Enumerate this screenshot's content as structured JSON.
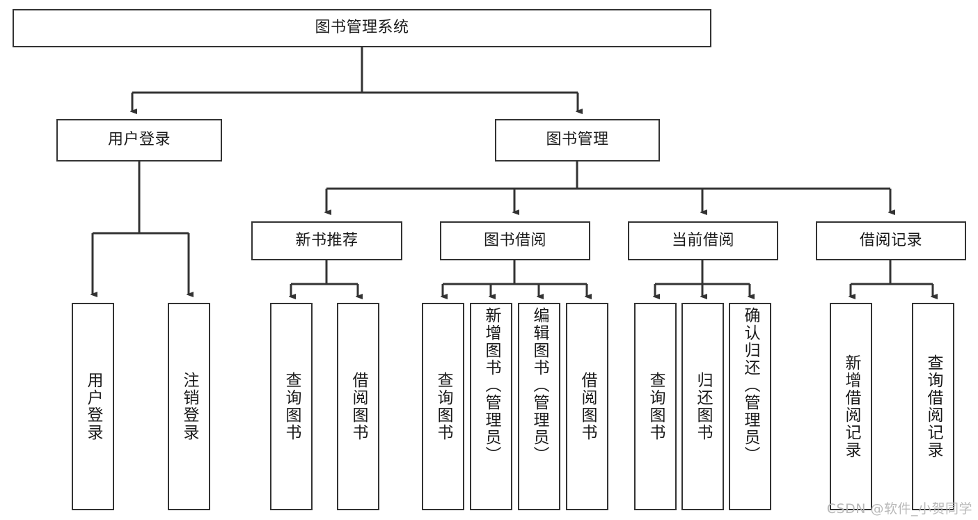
{
  "diagram": {
    "type": "tree-hierarchy",
    "title": "图书管理系统",
    "watermark": "CSDN @软件_小贺同学",
    "colors": {
      "box_border": "#333333",
      "box_fill": "#ffffff",
      "connector": "#333333",
      "text": "#1a1a1a",
      "watermark": "#b9b9b9"
    },
    "root": {
      "label": "图书管理系统"
    },
    "level2": [
      {
        "label": "用户登录"
      },
      {
        "label": "图书管理"
      }
    ],
    "level3": [
      {
        "label": "新书推荐"
      },
      {
        "label": "图书借阅"
      },
      {
        "label": "当前借阅"
      },
      {
        "label": "借阅记录"
      }
    ],
    "leaves": {
      "user_login": [
        {
          "label": "用户登录"
        },
        {
          "label": "注销登录"
        }
      ],
      "new_book_recommend": [
        {
          "label": "查询图书"
        },
        {
          "label": "借阅图书"
        }
      ],
      "book_borrow": [
        {
          "label": "查询图书"
        },
        {
          "label": "新增图书（管理员）"
        },
        {
          "label": "编辑图书（管理员）"
        },
        {
          "label": "借阅图书"
        }
      ],
      "current_borrow": [
        {
          "label": "查询图书"
        },
        {
          "label": "归还图书"
        },
        {
          "label": "确认归还（管理员）"
        }
      ],
      "borrow_record": [
        {
          "label": "新增借阅记录"
        },
        {
          "label": "查询借阅记录"
        }
      ]
    }
  }
}
